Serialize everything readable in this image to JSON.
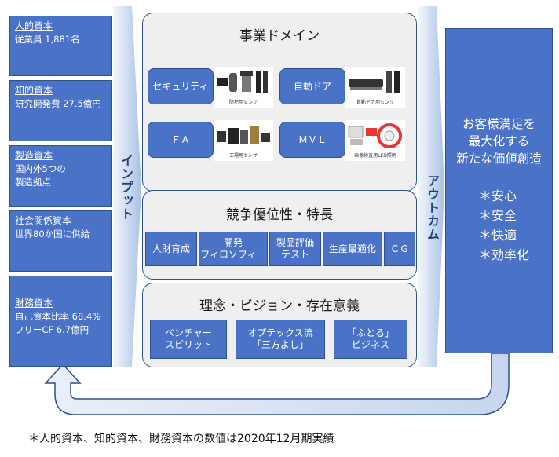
{
  "inputs": {
    "arrow_label": "インプット",
    "capitals": [
      {
        "title": "人的資本",
        "value": "従業員 1,881名"
      },
      {
        "title": "知的資本",
        "value": "研究開発費 27.5億円"
      },
      {
        "title": "製造資本",
        "value": "国内外5つの\n製造拠点"
      },
      {
        "title": "社会関係資本",
        "value": "世界80か国に供給"
      },
      {
        "title": "財務資本",
        "value": "自己資本比率 68.4%\nフリーCF 6.7億円"
      }
    ]
  },
  "domains": {
    "title": "事業ドメイン",
    "items": [
      {
        "label": "セキュリティ",
        "photo_caption": "防犯用センサ"
      },
      {
        "label": "自動ドア",
        "photo_caption": "自動ドア用センサ"
      },
      {
        "label": "ＦＡ",
        "photo_caption": "工場用センサ"
      },
      {
        "label": "ＭＶＬ",
        "photo_caption": "画像検査用LED照明"
      }
    ]
  },
  "strengths": {
    "title": "競争優位性・特長",
    "items": [
      "人財育成",
      "開発\nフィロソフィー",
      "製品評価\nテスト",
      "生産最適化",
      "ＣＧ"
    ]
  },
  "philosophy": {
    "title": "理念・ビジョン・存在意義",
    "items": [
      "ベンチャー\nスピリット",
      "オプテックス流\n「三方よし」",
      "「ふとる」\nビジネス"
    ]
  },
  "outcome": {
    "arrow_label": "アウトカム",
    "heading": "お客様満足を\n最大化する\n新たな価値創造",
    "values": [
      "＊安心",
      "＊安全",
      "＊快適",
      "＊効率化"
    ]
  },
  "footnote": "＊人的資本、知的資本、財務資本の数値は2020年12月期実績",
  "colors": {
    "box_blue": "#4a72c6",
    "border_blue": "#2f528f",
    "arrow_light": "#dce6f4",
    "arrow_dark": "#8eb0de"
  }
}
